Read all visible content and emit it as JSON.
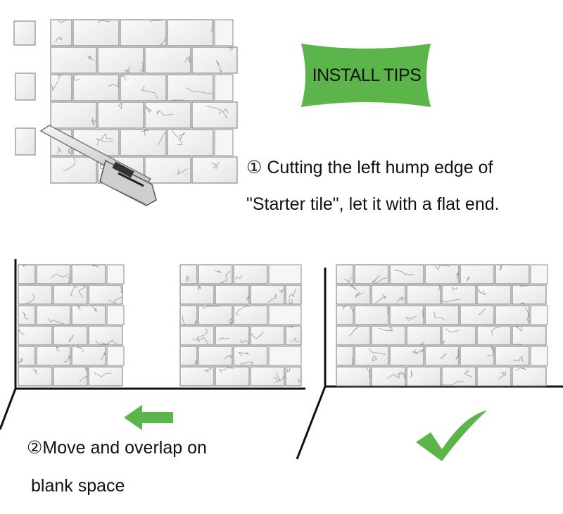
{
  "banner": {
    "title": "INSTALL TIPS",
    "color": "#5cb54b"
  },
  "steps": [
    {
      "line1": "① Cutting the left hump edge of",
      "line2": "\"Starter tile\", let it with a flat end."
    },
    {
      "line1": "②Move and overlap on",
      "line2": "blank space"
    }
  ],
  "icons": {
    "arrow": "left-arrow-icon",
    "check": "checkmark-icon",
    "knife": "utility-knife-icon"
  },
  "colors": {
    "accent_green": "#5cb54b",
    "tile_fill": "#f1f1f1",
    "tile_grout": "#8c8c8c",
    "line": "#111111"
  }
}
